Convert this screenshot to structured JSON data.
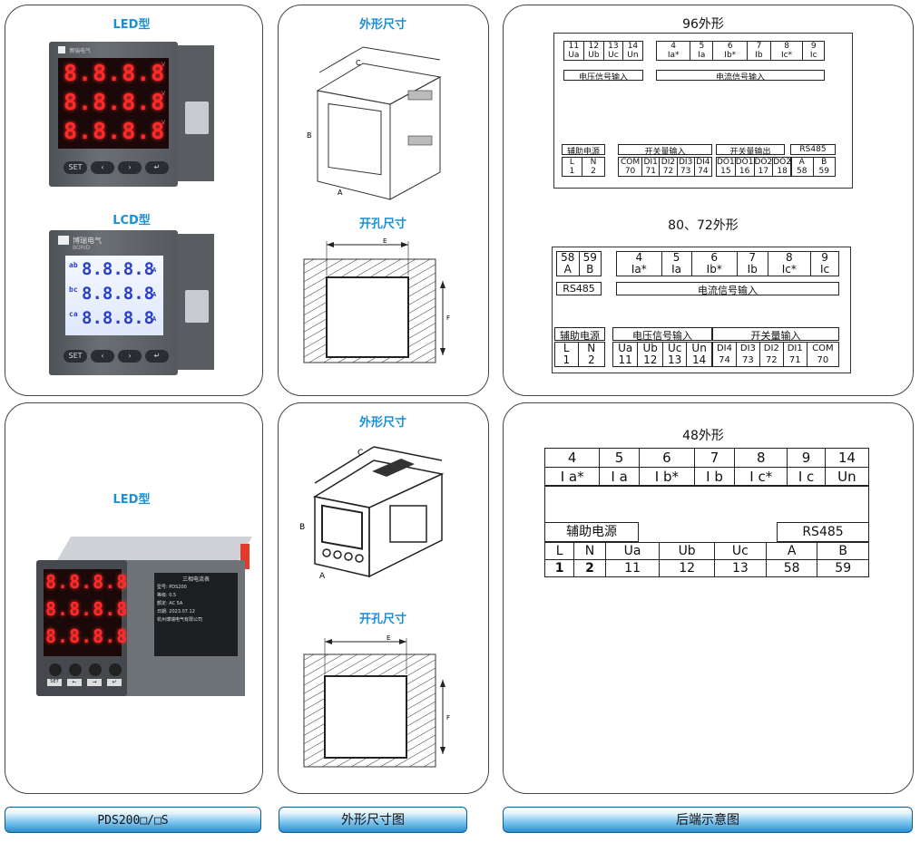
{
  "labels": {
    "led_type": "LED型",
    "lcd_type": "LCD型",
    "outline_dim": "外形尺寸",
    "cutout_dim": "开孔尺寸",
    "dim_a": "A",
    "dim_b": "B",
    "dim_c": "C",
    "dim_e": "E",
    "dim_f": "F"
  },
  "meter_text": {
    "led_digits": "8.8.8.8",
    "unit_v": "V",
    "unit_a": "A",
    "lcd_rows": [
      {
        "tag": "ab",
        "digits": "8.8.8.8",
        "unit": "A"
      },
      {
        "tag": "bc",
        "digits": "8.8.8.8",
        "unit": "A"
      },
      {
        "tag": "ca",
        "digits": "8.8.8.8",
        "unit": "A"
      }
    ],
    "brand": "博瑞电气",
    "brand_en": "BORID",
    "set": "SET",
    "label_title": "三相电流表",
    "label_lines": [
      "型号: PDS200",
      "等级: 0.5",
      "额定: AC 5A",
      "日期: 2023.07.12"
    ],
    "label_footer": "杭州博瑞电气有限公司"
  },
  "t96": {
    "title": "96外形",
    "voltage_terms": [
      {
        "num": "11",
        "sig": "Ua"
      },
      {
        "num": "12",
        "sig": "Ub"
      },
      {
        "num": "13",
        "sig": "Uc"
      },
      {
        "num": "14",
        "sig": "Un"
      }
    ],
    "voltage_label": "电压信号输入",
    "current_terms": [
      {
        "num": "4",
        "sig": "Ia*"
      },
      {
        "num": "5",
        "sig": "Ia"
      },
      {
        "num": "6",
        "sig": "Ib*"
      },
      {
        "num": "7",
        "sig": "Ib"
      },
      {
        "num": "8",
        "sig": "Ic*"
      },
      {
        "num": "9",
        "sig": "Ic"
      }
    ],
    "current_label": "电流信号输入",
    "aux_label": "辅助电源",
    "aux_terms": [
      {
        "sig": "L",
        "num": "1"
      },
      {
        "sig": "N",
        "num": "2"
      }
    ],
    "di_label": "开关量输入",
    "di_terms": [
      {
        "sig": "COM",
        "num": "70"
      },
      {
        "sig": "DI1",
        "num": "71"
      },
      {
        "sig": "DI2",
        "num": "72"
      },
      {
        "sig": "DI3",
        "num": "73"
      },
      {
        "sig": "DI4",
        "num": "74"
      }
    ],
    "do_label": "开关量输出",
    "do_terms": [
      {
        "sig": "DO1",
        "num": "15"
      },
      {
        "sig": "DO1",
        "num": "16"
      },
      {
        "sig": "DO2",
        "num": "17"
      },
      {
        "sig": "DO2",
        "num": "18"
      }
    ],
    "rs_label": "RS485",
    "rs_terms": [
      {
        "sig": "A",
        "num": "58"
      },
      {
        "sig": "B",
        "num": "59"
      }
    ]
  },
  "t80": {
    "title": "80、72外形",
    "rs_terms": [
      {
        "num": "58",
        "sig": "A"
      },
      {
        "num": "59",
        "sig": "B"
      }
    ],
    "rs_label": "RS485",
    "current_terms": [
      {
        "num": "4",
        "sig": "Ia*"
      },
      {
        "num": "5",
        "sig": "Ia"
      },
      {
        "num": "6",
        "sig": "Ib*"
      },
      {
        "num": "7",
        "sig": "Ib"
      },
      {
        "num": "8",
        "sig": "Ic*"
      },
      {
        "num": "9",
        "sig": "Ic"
      }
    ],
    "current_label": "电流信号输入",
    "aux_label": "辅助电源",
    "aux_terms": [
      {
        "sig": "L",
        "num": "1"
      },
      {
        "sig": "N",
        "num": "2"
      }
    ],
    "voltage_label": "电压信号输入",
    "voltage_terms": [
      {
        "sig": "Ua",
        "num": "11"
      },
      {
        "sig": "Ub",
        "num": "12"
      },
      {
        "sig": "Uc",
        "num": "13"
      },
      {
        "sig": "Un",
        "num": "14"
      }
    ],
    "di_label": "开关量输入",
    "di_terms": [
      {
        "sig": "DI4",
        "num": "74"
      },
      {
        "sig": "DI3",
        "num": "73"
      },
      {
        "sig": "DI2",
        "num": "72"
      },
      {
        "sig": "DI1",
        "num": "71"
      },
      {
        "sig": "COM",
        "num": "70"
      }
    ]
  },
  "t48": {
    "title": "48外形",
    "top_nums": [
      "4",
      "5",
      "6",
      "7",
      "8",
      "9",
      "14"
    ],
    "top_sigs": [
      "I a*",
      "I a",
      "I b*",
      "I b",
      "I c*",
      "I c",
      "Un"
    ],
    "aux_label": "辅助电源",
    "rs_label": "RS485",
    "bottom_sigs": [
      "L",
      "N",
      "Ua",
      "Ub",
      "Uc",
      "A",
      "B"
    ],
    "bottom_nums": [
      "1",
      "2",
      "11",
      "12",
      "13",
      "58",
      "59"
    ]
  },
  "footer": {
    "model": "PDS200□/□S",
    "dim_title": "外形尺寸图",
    "back_title": "后端示意图"
  }
}
